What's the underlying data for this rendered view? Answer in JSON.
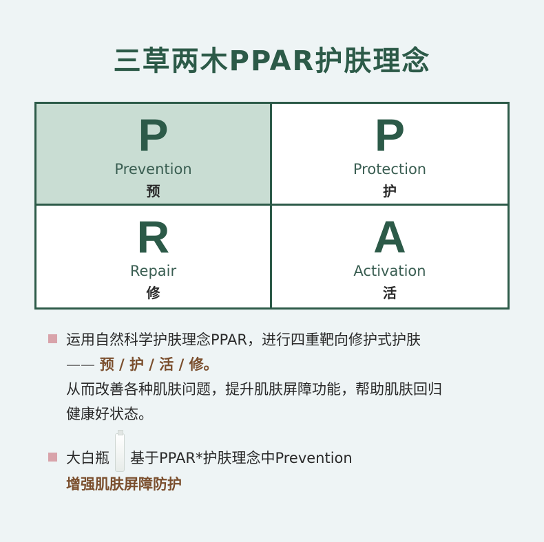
{
  "title": "三草两木PPAR护肤理念",
  "cells": [
    {
      "letter": "P",
      "word": "Prevention",
      "cn": "预"
    },
    {
      "letter": "P",
      "word": "Protection",
      "cn": "护"
    },
    {
      "letter": "R",
      "word": "Repair",
      "cn": "修"
    },
    {
      "letter": "A",
      "word": "Activation",
      "cn": "活"
    }
  ],
  "bullet1": {
    "line1": "运用自然科学护肤理念PPAR，进行四重靶向修护式护肤",
    "dash": "—— ",
    "accent": "预 / 护 / 活 / 修。",
    "line3": "从而改善各种肌肤问题，提升肌肤屏障功能，帮助肌肤回归",
    "line4": "健康好状态。"
  },
  "bullet2": {
    "product": "大白瓶",
    "rest": "基于PPAR*护肤理念中Prevention",
    "accent": "增强肌肤屏障防护"
  },
  "colors": {
    "brand_green": "#2c5a48",
    "shaded_cell": "#c9ddd3",
    "bullet_pink": "#d8a3aa",
    "accent_brown": "#7b4f2e"
  }
}
